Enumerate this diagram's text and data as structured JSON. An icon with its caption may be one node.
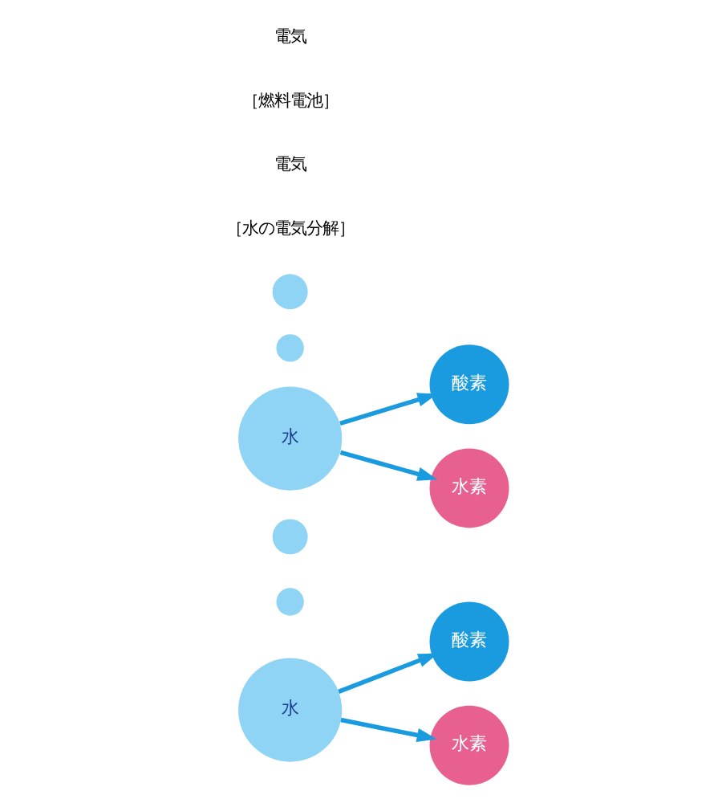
{
  "diagram": {
    "nodes": [
      {
        "text": [
          "水"
        ]
      },
      {
        "text": [
          "酸素"
        ]
      },
      {
        "text": [
          "水素"
        ]
      },
      {
        "text": [],
        "shape": "circle"
      },
      {
        "text": [],
        "shape": "circle"
      },
      {
        "text": [
          "水"
        ]
      },
      {
        "text": [
          "酸素"
        ]
      },
      {
        "text": [
          "水素"
        ]
      },
      {
        "text": [],
        "shape": "circle"
      },
      {
        "text": [],
        "shape": "circle"
      }
    ],
    "edges": [
      {
        "from": 0,
        "to": 1,
        "arrow": "to"
      },
      {
        "from": 0,
        "to": 2,
        "arrow": "to"
      },
      {
        "from": 5,
        "to": 6,
        "arrow": "to"
      },
      {
        "from": 5,
        "to": 7,
        "arrow": "to"
      }
    ],
    "labels": [
      "［水の電気分解］",
      "電気",
      "［燃料電池］",
      "電気"
    ]
  }
}
